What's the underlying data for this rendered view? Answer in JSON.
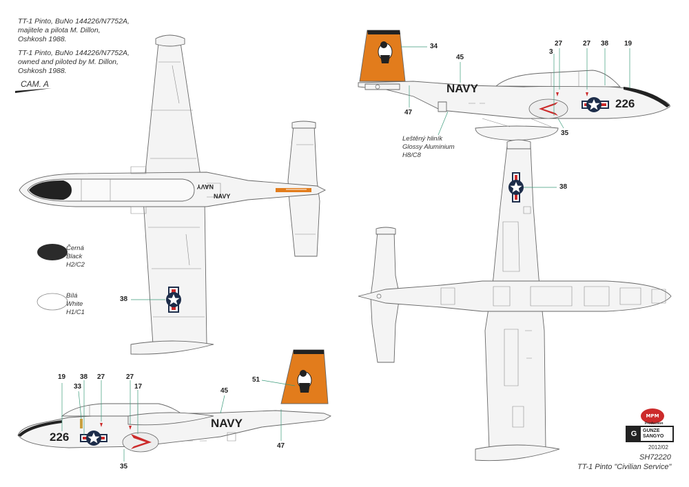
{
  "descriptions": {
    "cz": [
      "TT-1 Pinto, BuNo 144226/N7752A,",
      "majitele a pilota M. Dillon,",
      "Oshkosh 1988."
    ],
    "en": [
      "TT-1 Pinto, BuNo 144226/N7752A,",
      "owned and piloted by M. Dillon,",
      "Oshkosh 1988."
    ]
  },
  "cam_label": "CAM. A",
  "legend": {
    "black": [
      "Černá",
      "Black",
      "H2/C2"
    ],
    "white": [
      "Bílá",
      "White",
      "H1/C1"
    ],
    "aluminium": [
      "Leštěný hliník",
      "Glossy Aluminium",
      "H8/C8"
    ]
  },
  "markings": {
    "navy": "NAVY",
    "number": "226"
  },
  "callouts": {
    "top_view": [
      "38"
    ],
    "upper_side": [
      "34",
      "45",
      "3",
      "27",
      "27",
      "38",
      "19",
      "47",
      "35"
    ],
    "bottom_view": [
      "38"
    ],
    "lower_side": [
      "19",
      "38",
      "33",
      "27",
      "27",
      "17",
      "45",
      "51",
      "47",
      "35"
    ]
  },
  "footer": {
    "date": "2012/02",
    "code": "SH72220",
    "title": "TT-1 Pinto \"Civilian Service\""
  },
  "logos": {
    "mpm": "MPM",
    "mpm_sub": "Production",
    "gunze": [
      "GUNZE",
      "SANGYO"
    ]
  },
  "colors": {
    "orange": "#e27c1c",
    "roundel": "#1d2d4a",
    "black": "#222222",
    "red": "#cc2b2b",
    "outline": "#666666"
  }
}
